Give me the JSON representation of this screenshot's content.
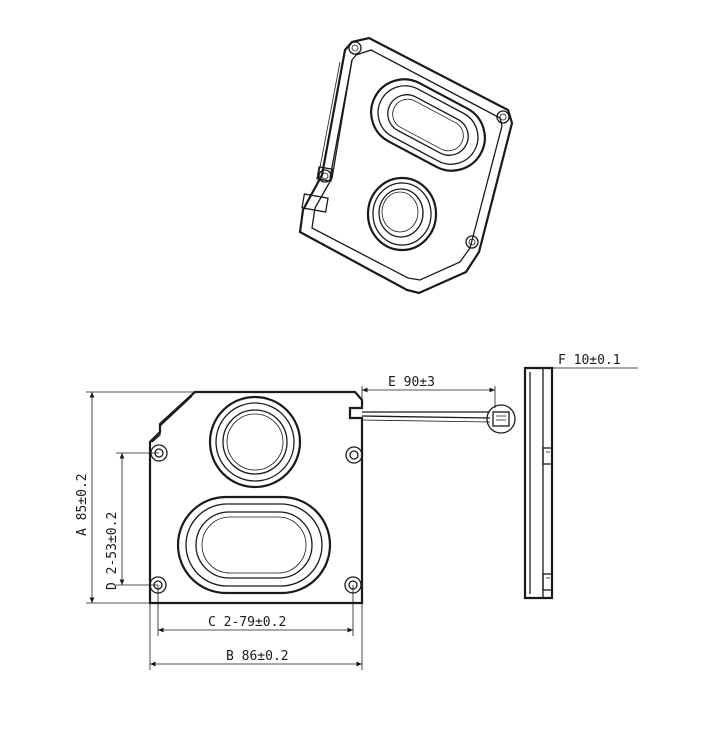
{
  "figure": {
    "dimensions": [
      {
        "id": "A",
        "text": "A 85±0.2"
      },
      {
        "id": "D",
        "text": "D 2-53±0.2"
      },
      {
        "id": "C",
        "text": "C 2-79±0.2"
      },
      {
        "id": "B",
        "text": "B 86±0.2"
      },
      {
        "id": "E",
        "text": "E 90±3"
      },
      {
        "id": "F",
        "text": "F 10±0.1"
      }
    ]
  }
}
